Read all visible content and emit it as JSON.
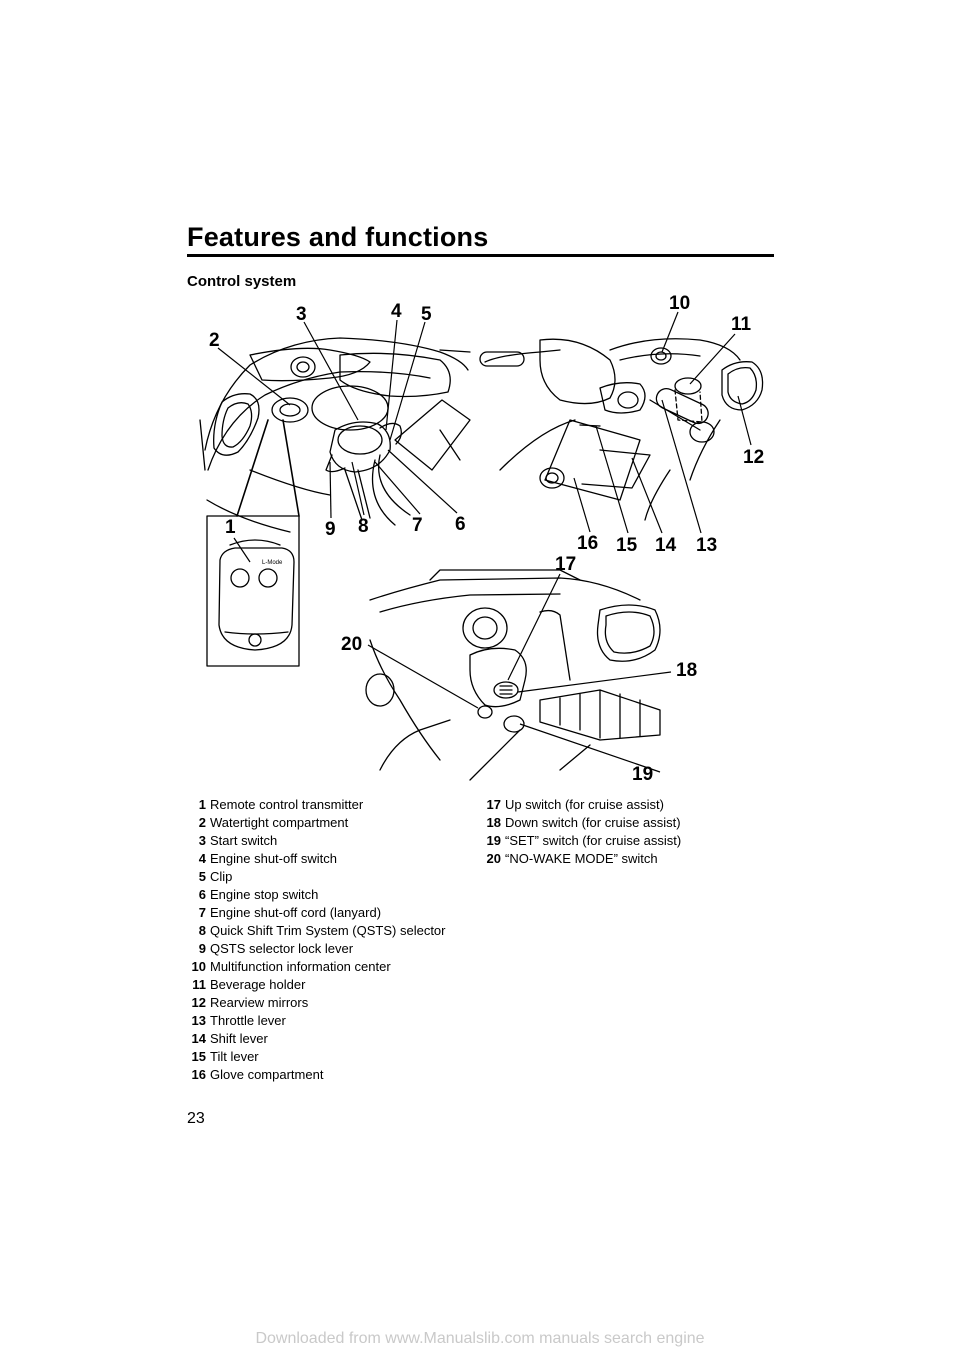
{
  "header": {
    "title": "Features and functions"
  },
  "section": {
    "heading": "Control system"
  },
  "figure": {
    "callouts": [
      "1",
      "2",
      "3",
      "4",
      "5",
      "6",
      "7",
      "8",
      "9",
      "10",
      "11",
      "12",
      "13",
      "14",
      "15",
      "16",
      "17",
      "18",
      "19",
      "20"
    ],
    "remote_label": "L-Mode"
  },
  "legend": {
    "left": [
      {
        "num": "1",
        "text": "Remote control transmitter"
      },
      {
        "num": "2",
        "text": "Watertight compartment"
      },
      {
        "num": "3",
        "text": "Start switch"
      },
      {
        "num": "4",
        "text": "Engine shut-off switch"
      },
      {
        "num": "5",
        "text": "Clip"
      },
      {
        "num": "6",
        "text": "Engine stop switch"
      },
      {
        "num": "7",
        "text": "Engine shut-off cord (lanyard)"
      },
      {
        "num": "8",
        "text": "Quick Shift Trim System (QSTS) selector"
      },
      {
        "num": "9",
        "text": "QSTS selector lock lever"
      },
      {
        "num": "10",
        "text": "Multifunction information center"
      },
      {
        "num": "11",
        "text": "Beverage holder"
      },
      {
        "num": "12",
        "text": "Rearview mirrors"
      },
      {
        "num": "13",
        "text": "Throttle lever"
      },
      {
        "num": "14",
        "text": "Shift lever"
      },
      {
        "num": "15",
        "text": "Tilt lever"
      },
      {
        "num": "16",
        "text": "Glove compartment"
      }
    ],
    "right": [
      {
        "num": "17",
        "text": "Up switch (for cruise assist)"
      },
      {
        "num": "18",
        "text": "Down switch (for cruise assist)"
      },
      {
        "num": "19",
        "text": "“SET” switch (for cruise assist)"
      },
      {
        "num": "20",
        "text": "“NO-WAKE MODE” switch"
      }
    ]
  },
  "footer": {
    "page_number": "23",
    "site": "Downloaded from www.Manualslib.com manuals search engine"
  }
}
